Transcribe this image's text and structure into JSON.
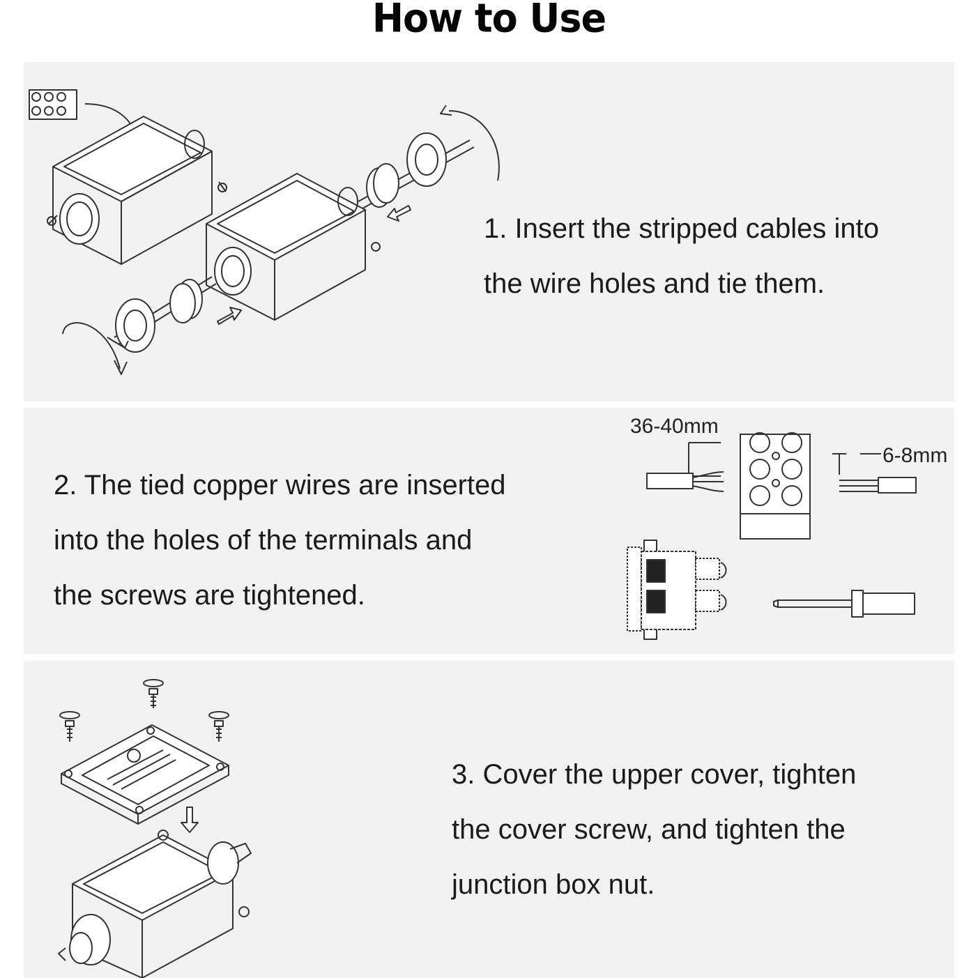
{
  "page_title": "How to Use",
  "steps": [
    {
      "lines": [
        "1. Insert the stripped cables into",
        "the wire holes and tie them."
      ]
    },
    {
      "lines": [
        "2. The tied copper wires are inserted",
        "into the holes of the terminals and",
        "the screws are tightened."
      ]
    },
    {
      "lines": [
        "3. Cover the upper cover, tighten",
        "the cover screw, and tighten the",
        "junction box nut."
      ]
    }
  ],
  "dimensions": {
    "strip_length": "36-40mm",
    "insert_length": "6-8mm"
  }
}
